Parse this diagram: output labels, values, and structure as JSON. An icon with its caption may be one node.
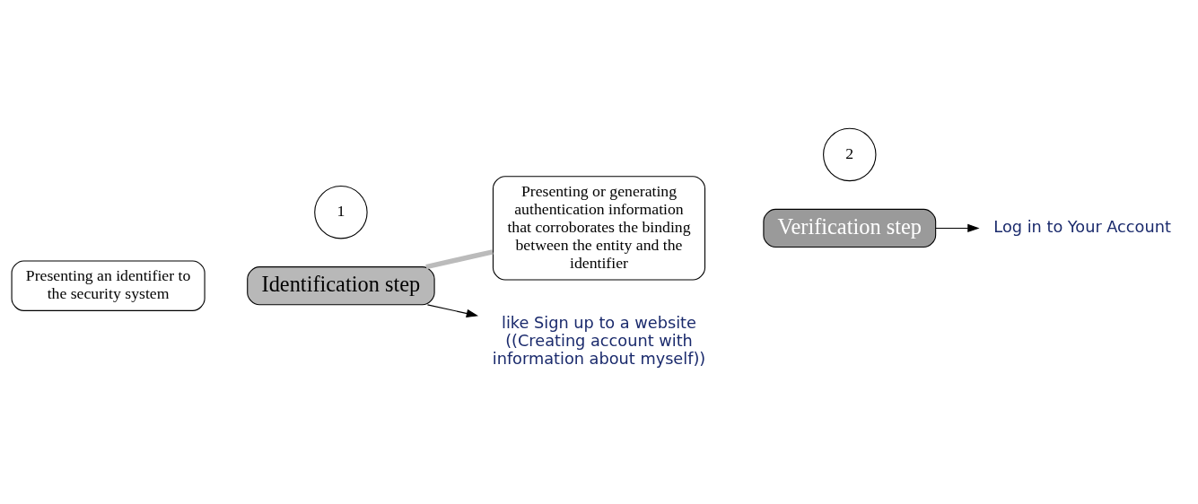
{
  "diagram": {
    "nodes": [
      {
        "text": [
          "Presenting an identifier to the security system"
        ]
      },
      {
        "text": [
          "Identification step"
        ]
      },
      {
        "text": [
          "Presenting or generating authentication information that corroborates the binding between the entity and the identifier"
        ]
      },
      {
        "text": [
          "Verification step"
        ]
      },
      {
        "text": [
          "1"
        ]
      },
      {
        "text": [
          "2"
        ]
      },
      {
        "text": [
          "Log in to Your Account"
        ]
      },
      {
        "text": [
          "like Sign up to a website ((Creating account with information about myself))"
        ]
      }
    ],
    "edges": [
      {
        "from": 1,
        "to": 2,
        "arrow": "none",
        "style": "thick",
        "color": "#bbbbbb"
      },
      {
        "from": 3,
        "to": 6,
        "arrow": "to"
      },
      {
        "from": 1,
        "to": 7,
        "arrow": "to"
      }
    ]
  }
}
